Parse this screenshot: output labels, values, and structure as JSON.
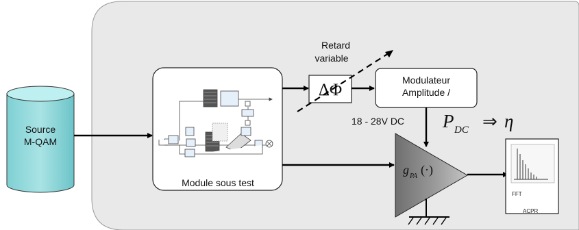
{
  "source": {
    "line1": "Source",
    "line2": "M-QAM"
  },
  "dut": {
    "label": "Module sous test"
  },
  "delay": {
    "line1": "Retard",
    "line2": "variable",
    "symbol": "ΔΦ"
  },
  "modulator": {
    "line1": "Modulateur",
    "line2": "Amplitude /"
  },
  "supply": {
    "label": "18 - 28V DC"
  },
  "efficiency": {
    "p": "P",
    "sub": "DC",
    "arrow": "⇒",
    "eta": "η"
  },
  "amplifier": {
    "g": "g",
    "sub": "PA",
    "arg": "(·)"
  },
  "analyzer": {
    "fft": "FFT",
    "acpr": "ACPR"
  }
}
